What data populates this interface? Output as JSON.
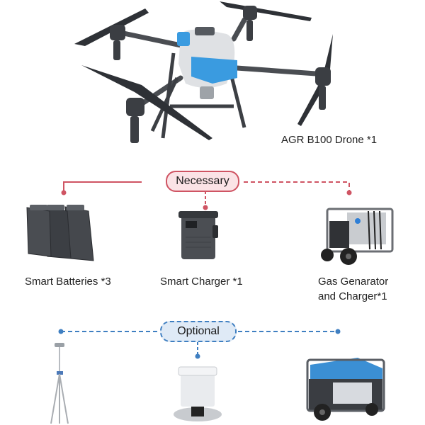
{
  "drone": {
    "label": "AGR B100  Drone *1",
    "image": "agricultural-spray-drone"
  },
  "necessary": {
    "title": "Necessary",
    "color": "#cf5463",
    "items": [
      {
        "label": "Smart Batteries *3",
        "image": "smart-batteries"
      },
      {
        "label": "Smart Charger *1",
        "image": "smart-charger"
      },
      {
        "label_line1": "Gas Genarator",
        "label_line2": "and Charger*1",
        "image": "gas-generator-charger"
      }
    ]
  },
  "optional": {
    "title": "Optional",
    "color": "#3f7fc1",
    "items": [
      {
        "image": "rtk-tripod"
      },
      {
        "image": "spreader-tank"
      },
      {
        "image": "inverter-generator"
      }
    ]
  }
}
